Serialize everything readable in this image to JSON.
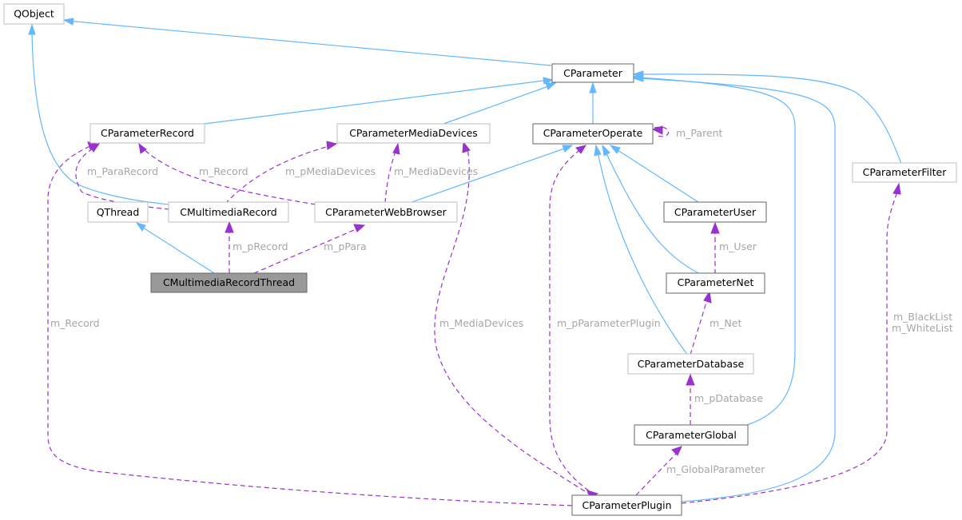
{
  "nodes": {
    "qobject": "QObject",
    "cparameter": "CParameter",
    "cparameter_record": "CParameterRecord",
    "cparameter_media_devices": "CParameterMediaDevices",
    "cparameter_operate": "CParameterOperate",
    "cparameter_filter": "CParameterFilter",
    "qthread": "QThread",
    "cmultimedia_record": "CMultimediaRecord",
    "cparameter_web_browser": "CParameterWebBrowser",
    "cparameter_user": "CParameterUser",
    "cmultimedia_record_thread": "CMultimediaRecordThread",
    "cparameter_net": "CParameterNet",
    "cparameter_database": "CParameterDatabase",
    "cparameter_global": "CParameterGlobal",
    "cparameter_plugin": "CParameterPlugin"
  },
  "edge_labels": {
    "m_parent": "m_Parent",
    "m_para_record": "m_ParaRecord",
    "m_record_web": "m_Record",
    "m_p_media_devices": "m_pMediaDevices",
    "m_media_devices_web": "m_MediaDevices",
    "m_p_record": "m_pRecord",
    "m_p_para": "m_pPara",
    "m_user": "m_User",
    "m_record_plugin": "m_Record",
    "m_media_devices_plugin": "m_MediaDevices",
    "m_p_parameter_plugin": "m_pParameterPlugin",
    "m_net": "m_Net",
    "m_black_list": "m_BlackList",
    "m_white_list": "m_WhiteList",
    "m_p_database": "m_pDatabase",
    "m_global_parameter": "m_GlobalParameter"
  },
  "colors": {
    "inheritance_edge": "#63b8ff",
    "usage_edge": "#9a32cd",
    "edge_label": "#a6a6a6",
    "focus_node_fill": "#999999"
  }
}
